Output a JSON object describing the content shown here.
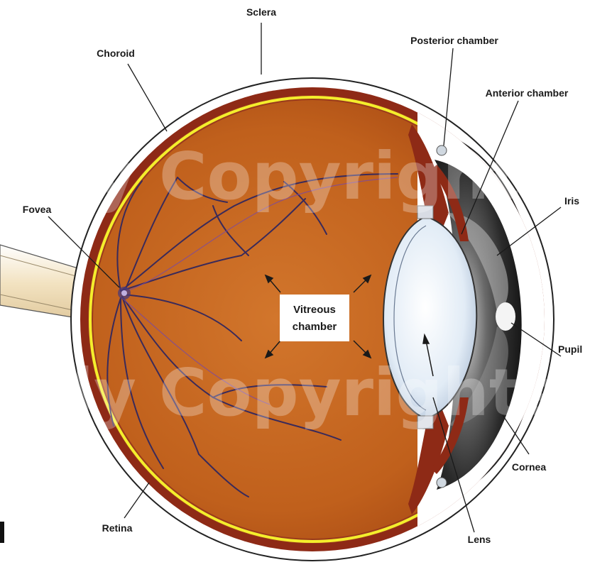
{
  "labels": {
    "sclera": "Sclera",
    "choroid": "Choroid",
    "posterior_chamber": "Posterior chamber",
    "anterior_chamber": "Anterior chamber",
    "iris": "Iris",
    "fovea": "Fovea",
    "vitreous_line1": "Vitreous",
    "vitreous_line2": "chamber",
    "pupil": "Pupil",
    "cornea": "Cornea",
    "retina": "Retina",
    "lens": "Lens"
  },
  "watermark": {
    "line1": "nly Copyrighted",
    "line2": "nly Copyrighted"
  },
  "colors": {
    "vitreous": "#c8661f",
    "choroid": "#8e2a16",
    "retina_line": "#f4ee2c",
    "sclera": "#ffffff",
    "iris": "#2a2a2a",
    "lens": "#e4eef8",
    "vessel": "#3a2a5a",
    "optic_nerve": "#f2e6c8"
  }
}
